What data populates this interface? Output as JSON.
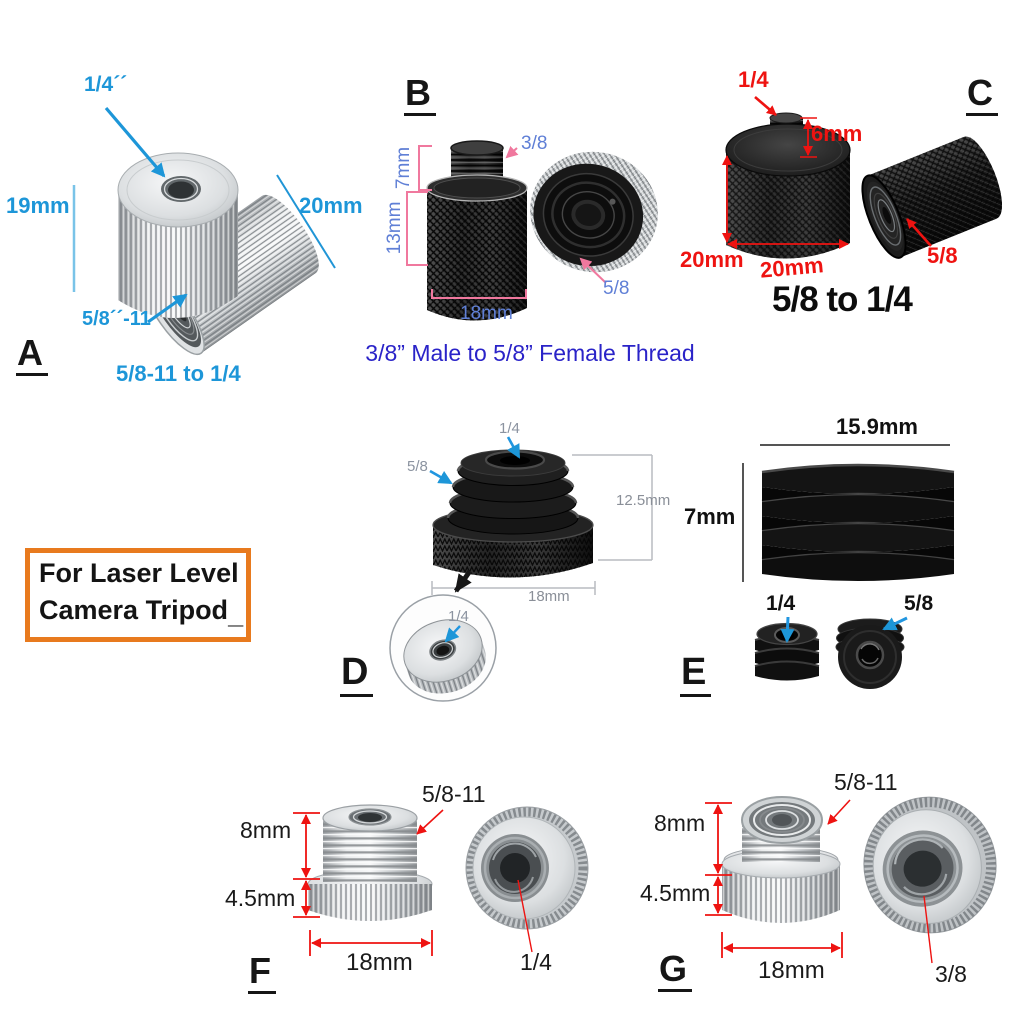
{
  "colors": {
    "accent_blue": "#1d96d8",
    "label_blue": "#5f7fd6",
    "caption_violet": "#2a23c8",
    "dimension_red": "#ee1311",
    "dimension_pink": "#f0789e",
    "dimension_gray": "#8a8f98",
    "note_border_orange": "#e87a1e"
  },
  "sections": {
    "a": {
      "id": "A",
      "caption": "5/8-11 to 1/4",
      "labels": {
        "top_thread": "1/4´´",
        "height": "19mm",
        "width": "20mm",
        "inner_thread": "5/8´´-11"
      }
    },
    "b": {
      "id": "B",
      "caption": "3/8” Male to 5/8” Female Thread",
      "labels": {
        "male_thread": "3/8",
        "male_height": "7mm",
        "body_height": "13mm",
        "width": "18mm",
        "female_thread": "5/8"
      }
    },
    "c": {
      "id": "C",
      "caption": "5/8 to 1/4",
      "labels": {
        "top_thread": "1/4",
        "stud_height": "6mm",
        "height": "20mm",
        "width": "20mm",
        "female_thread": "5/8"
      }
    },
    "d": {
      "id": "D",
      "labels": {
        "top_hole": "1/4",
        "side_thread": "5/8",
        "height": "12.5mm",
        "width": "18mm",
        "inset_hole": "1/4"
      }
    },
    "e": {
      "id": "E",
      "labels": {
        "width": "15.9mm",
        "height": "7mm",
        "small_left": "1/4",
        "small_right": "5/8"
      }
    },
    "f": {
      "id": "F",
      "labels": {
        "thread": "5/8-11",
        "upper_height": "8mm",
        "lower_height": "4.5mm",
        "width": "18mm",
        "hole": "1/4"
      }
    },
    "g": {
      "id": "G",
      "labels": {
        "thread": "5/8-11",
        "upper_height": "8mm",
        "lower_height": "4.5mm",
        "width": "18mm",
        "hole": "3/8"
      }
    }
  },
  "note_box": {
    "line1": "For Laser Level",
    "line2": "Camera Tripod",
    "cursor": "_"
  }
}
